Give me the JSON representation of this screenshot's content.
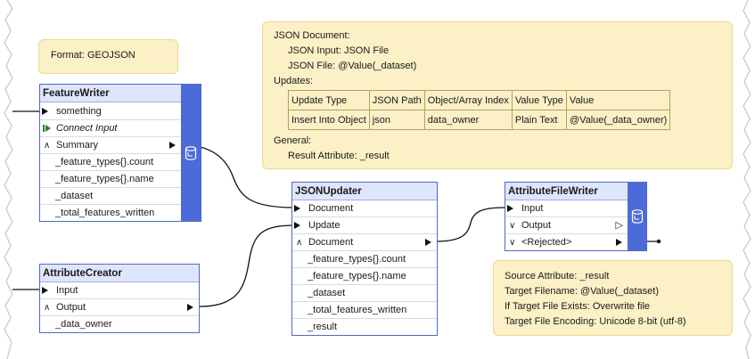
{
  "notes": {
    "format": "Format: GEOJSON",
    "json_updater": {
      "line1": "JSON Document:",
      "line2": "JSON Input: JSON File",
      "line3": "JSON File: @Value(_dataset)",
      "line4": "Updates:",
      "table_headers": [
        "Update Type",
        "JSON Path",
        "Object/Array Index",
        "Value Type",
        "Value"
      ],
      "table_row": [
        "Insert Into Object",
        "json",
        "data_owner",
        "Plain Text",
        "@Value(_data_owner)"
      ],
      "line5": "General:",
      "line6": "Result Attribute: _result"
    },
    "file_writer": {
      "line1": "Source Attribute: _result",
      "line2": "Target Filename: @Value(_dataset)",
      "line3": "If Target File Exists: Overwrite file",
      "line4": "Target File Encoding: Unicode 8-bit (utf-8)"
    }
  },
  "nodes": {
    "feature_writer": {
      "title": "FeatureWriter",
      "input": "something",
      "connect": "Connect Input",
      "output": "Summary",
      "attributes": [
        "_feature_types{}.count",
        "_feature_types{}.name",
        "_dataset",
        "_total_features_written"
      ]
    },
    "attribute_creator": {
      "title": "AttributeCreator",
      "input": "Input",
      "output": "Output",
      "attributes": [
        "_data_owner"
      ]
    },
    "json_updater": {
      "title": "JSONUpdater",
      "inputs": [
        "Document",
        "Update"
      ],
      "output": "Document",
      "attributes": [
        "_feature_types{}.count",
        "_feature_types{}.name",
        "_dataset",
        "_total_features_written",
        "_result"
      ]
    },
    "attribute_file_writer": {
      "title": "AttributeFileWriter",
      "input": "Input",
      "outputs": [
        "Output",
        "<Rejected>"
      ]
    }
  },
  "colors": {
    "node_border": "#4f68c6",
    "node_side": "#4d6bd8",
    "node_title_bg": "#dfe6fb",
    "note_bg": "#fbf0c6",
    "connector": "#111111"
  },
  "icons": [
    "database-icon",
    "connect-input-icon",
    "caret-up-icon",
    "caret-down-icon",
    "output-port-icon",
    "input-port-icon"
  ]
}
